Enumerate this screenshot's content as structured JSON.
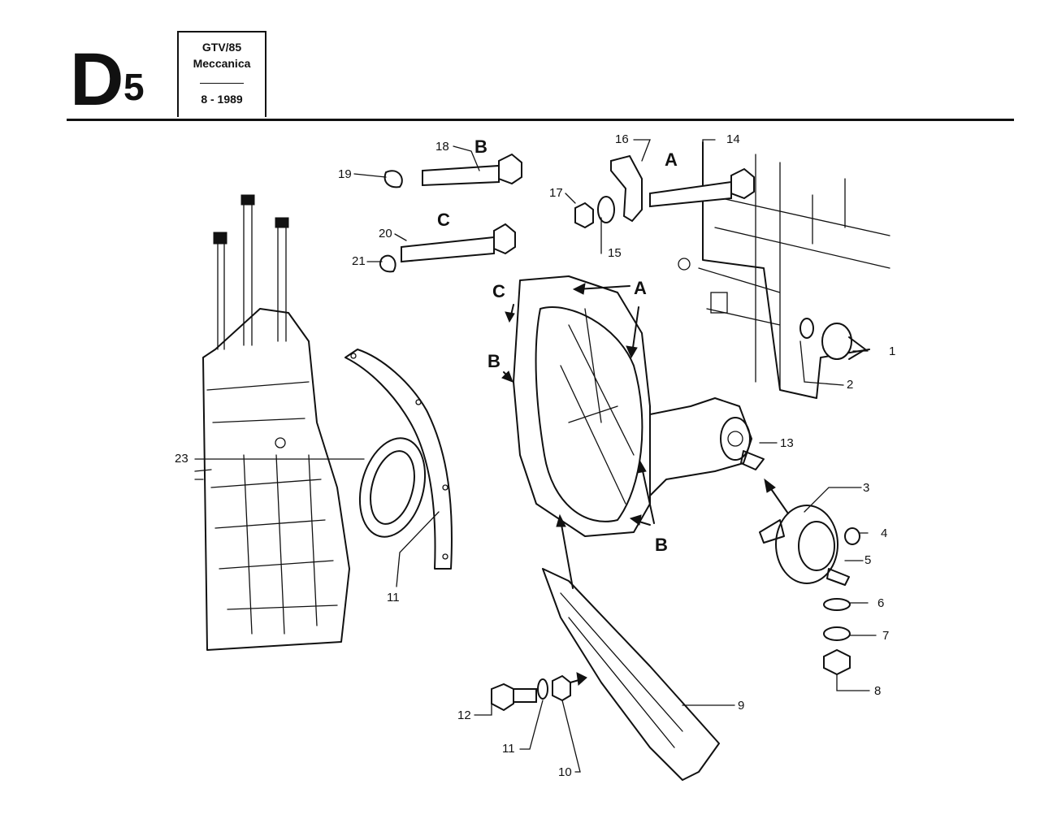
{
  "header": {
    "section_letter": "D",
    "section_number": "5",
    "model": "GTV/85",
    "category": "Meccanica",
    "date": "8 - 1989"
  },
  "callouts": [
    {
      "id": "c1",
      "text": "1"
    },
    {
      "id": "c2",
      "text": "2"
    },
    {
      "id": "c3",
      "text": "3"
    },
    {
      "id": "c4",
      "text": "4"
    },
    {
      "id": "c5",
      "text": "5"
    },
    {
      "id": "c6",
      "text": "6"
    },
    {
      "id": "c7",
      "text": "7"
    },
    {
      "id": "c8",
      "text": "8"
    },
    {
      "id": "c9",
      "text": "9"
    },
    {
      "id": "c10",
      "text": "10"
    },
    {
      "id": "c11a",
      "text": "11"
    },
    {
      "id": "c11b",
      "text": "11"
    },
    {
      "id": "c12",
      "text": "12"
    },
    {
      "id": "c13",
      "text": "13"
    },
    {
      "id": "c14",
      "text": "14"
    },
    {
      "id": "c15",
      "text": "15"
    },
    {
      "id": "c16",
      "text": "16"
    },
    {
      "id": "c17",
      "text": "17"
    },
    {
      "id": "c18",
      "text": "18"
    },
    {
      "id": "c19",
      "text": "19"
    },
    {
      "id": "c20",
      "text": "20"
    },
    {
      "id": "c21",
      "text": "21"
    },
    {
      "id": "c23",
      "text": "23"
    }
  ],
  "references": [
    {
      "id": "r_b_top",
      "text": "B"
    },
    {
      "id": "r_c_top",
      "text": "C"
    },
    {
      "id": "r_a_top",
      "text": "A"
    },
    {
      "id": "r_a_housing",
      "text": "A"
    },
    {
      "id": "r_c_housing",
      "text": "C"
    },
    {
      "id": "r_b_housing",
      "text": "B"
    },
    {
      "id": "r_b_bottom",
      "text": "B"
    }
  ]
}
